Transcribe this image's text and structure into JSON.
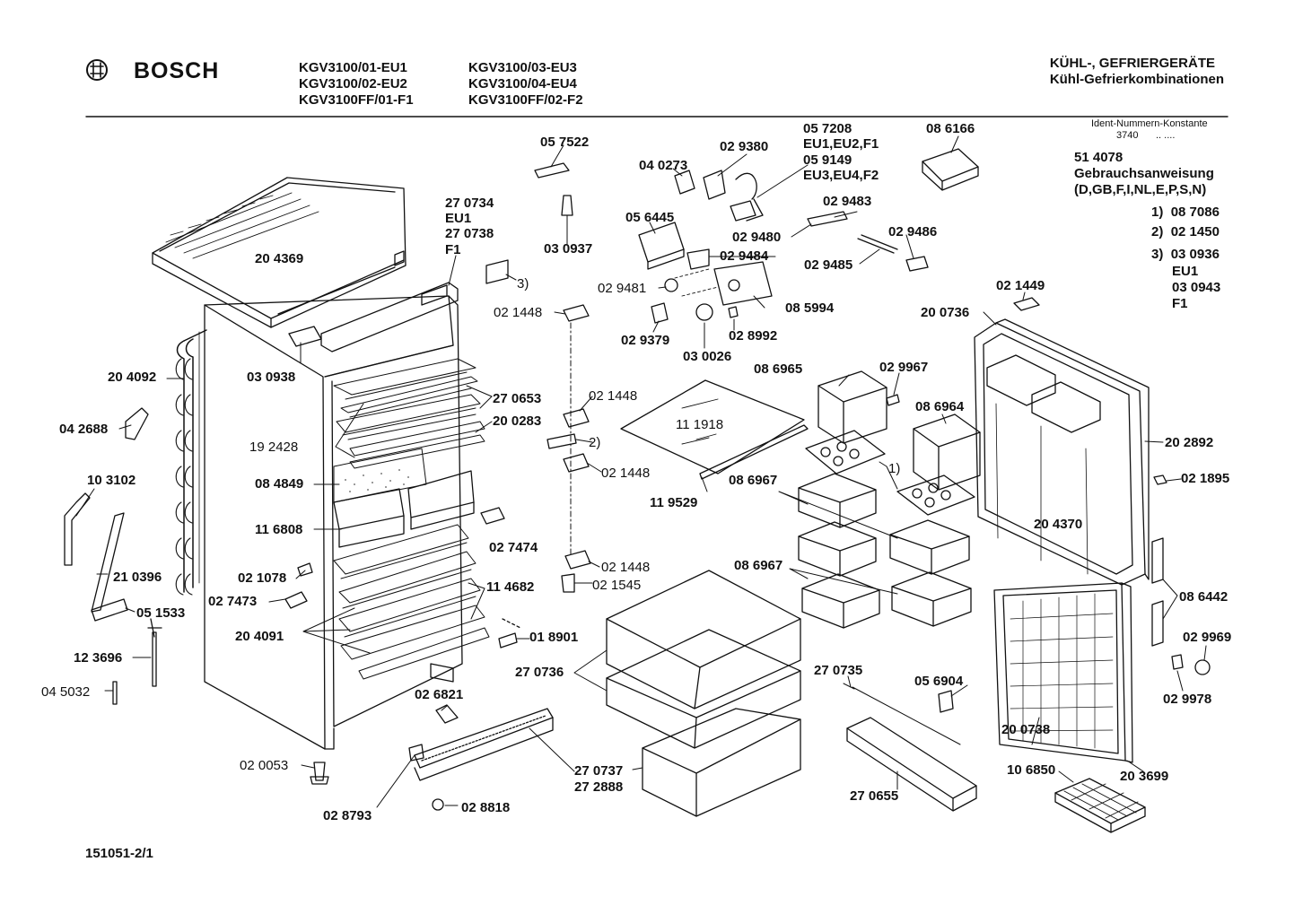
{
  "brand": {
    "name": "BOSCH"
  },
  "header": {
    "models_col1": [
      "KGV3100/01-EU1",
      "KGV3100/02-EU2",
      "KGV3100FF/01-F1"
    ],
    "models_col2": [
      "KGV3100/03-EU3",
      "KGV3100/04-EU4",
      "KGV3100FF/02-F2"
    ],
    "category_line1": "KÜHL-, GEFRIERGERÄTE",
    "category_line2": "Kühl-Gefrierkombinationen"
  },
  "side_info": {
    "ident_label": "Ident-Nummern-Konstante",
    "ident_value": "3740",
    "ident_dots": ".. ....",
    "manual_number": "51 4078",
    "manual_title": "Gebrauchsanweisung",
    "manual_languages": "(D,GB,F,I,NL,E,P,S,N)",
    "notes": [
      {
        "mark": "1)",
        "value": "08 7086"
      },
      {
        "mark": "2)",
        "value": "02 1450"
      },
      {
        "mark": "3)",
        "value": "03 0936"
      }
    ],
    "note3_lines": [
      "EU1",
      "03 0943",
      "F1"
    ]
  },
  "footer": {
    "drawing_number": "151051-2/1"
  },
  "parts": [
    {
      "text": "20 4369"
    },
    {
      "text": "27 0734"
    },
    {
      "text": "EU1"
    },
    {
      "text": "27 0738"
    },
    {
      "text": "F1"
    },
    {
      "text": "3)"
    },
    {
      "text": "03 0938"
    },
    {
      "text": "20 4092"
    },
    {
      "text": "04 2688"
    },
    {
      "text": "19 2428"
    },
    {
      "text": "08 4849"
    },
    {
      "text": "10 3102"
    },
    {
      "text": "11 6808"
    },
    {
      "text": "21 0396"
    },
    {
      "text": "02 1078"
    },
    {
      "text": "05 1533"
    },
    {
      "text": "02 7473"
    },
    {
      "text": "20 4091"
    },
    {
      "text": "12 3696"
    },
    {
      "text": "04 5032"
    },
    {
      "text": "02 0053"
    },
    {
      "text": "02 8793"
    },
    {
      "text": "02 8818"
    },
    {
      "text": "02 6821"
    },
    {
      "text": "27 2888"
    },
    {
      "text": "27 0653"
    },
    {
      "text": "20 0283"
    },
    {
      "text": "02 7474"
    },
    {
      "text": "11 4682"
    },
    {
      "text": "01 8901"
    },
    {
      "text": "05 7522"
    },
    {
      "text": "03 0937"
    },
    {
      "text": "04 0273"
    },
    {
      "text": "02 9380"
    },
    {
      "text": "05 7208"
    },
    {
      "text": "EU1,EU2,F1"
    },
    {
      "text": "05 9149"
    },
    {
      "text": "EU3,EU4,F2"
    },
    {
      "text": "08 6166"
    },
    {
      "text": "05 6445"
    },
    {
      "text": "02 9483"
    },
    {
      "text": "02 9480"
    },
    {
      "text": "02 9486"
    },
    {
      "text": "02 9484"
    },
    {
      "text": "02 9485"
    },
    {
      "text": "02 9481"
    },
    {
      "text": "08 5994"
    },
    {
      "text": "02 1448"
    },
    {
      "text": "02 9379"
    },
    {
      "text": "03 0026"
    },
    {
      "text": "02 8992"
    },
    {
      "text": "02 1448"
    },
    {
      "text": "2)"
    },
    {
      "text": "02 1448"
    },
    {
      "text": "11 1918"
    },
    {
      "text": "11 9529"
    },
    {
      "text": "02 1448"
    },
    {
      "text": "02 1545"
    },
    {
      "text": "08 6965"
    },
    {
      "text": "02 9967"
    },
    {
      "text": "08 6964"
    },
    {
      "text": "1)"
    },
    {
      "text": "08 6967"
    },
    {
      "text": "08 6967"
    },
    {
      "text": "27 0736"
    },
    {
      "text": "27 0737"
    },
    {
      "text": "27 0735"
    },
    {
      "text": "05 6904"
    },
    {
      "text": "27 0655"
    },
    {
      "text": "02 1449"
    },
    {
      "text": "20 0736"
    },
    {
      "text": "20 2892"
    },
    {
      "text": "02 1895"
    },
    {
      "text": "20 4370"
    },
    {
      "text": "08 6442"
    },
    {
      "text": "02 9969"
    },
    {
      "text": "02 9978"
    },
    {
      "text": "20 0738"
    },
    {
      "text": "10 6850"
    },
    {
      "text": "20 3699"
    }
  ]
}
